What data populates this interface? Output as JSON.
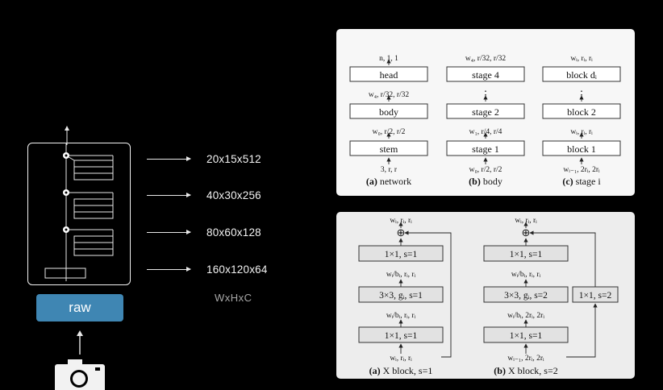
{
  "feature_maps": [
    "20x15x512",
    "40x30x256",
    "80x60x128",
    "160x120x64"
  ],
  "dims_caption": "WxHxC",
  "input_button": "raw",
  "network_panel": {
    "network": {
      "caption_tag": "(a)",
      "caption_text": "network",
      "blocks": [
        "head",
        "body",
        "stem"
      ],
      "labels": [
        "n, 1, 1",
        "w₄, r/32, r/32",
        "w₀, r/2, r/2",
        "3, r, r"
      ]
    },
    "body": {
      "caption_tag": "(b)",
      "caption_text": "body",
      "blocks": [
        "stage 4",
        "stage 2",
        "stage 1"
      ],
      "labels": [
        "w₄, r/32, r/32",
        "w₁, r/4, r/4",
        "w₀, r/2, r/2"
      ]
    },
    "stage": {
      "caption_tag": "(c)",
      "caption_text": "stage i",
      "blocks": [
        "block dᵢ",
        "block 2",
        "block 1"
      ],
      "labels": [
        "wᵢ, rᵢ, rᵢ",
        "wᵢ, rᵢ, rᵢ",
        "wᵢ₋₁, 2rᵢ, 2rᵢ"
      ]
    },
    "ellipsis": "⋮"
  },
  "block_panel": {
    "block_s1": {
      "caption_tag": "(a)",
      "caption_text": "X block, s=1",
      "convs": [
        "1×1, s=1",
        "3×3, gᵢ, s=1",
        "1×1, s=1"
      ],
      "labels": [
        "wᵢ, rᵢ, rᵢ",
        "wᵢ/bᵢ, rᵢ, rᵢ",
        "wᵢ/bᵢ, rᵢ, rᵢ",
        "wᵢ, rᵢ, rᵢ"
      ]
    },
    "block_s2": {
      "caption_tag": "(b)",
      "caption_text": "X block, s=2",
      "convs": [
        "1×1, s=1",
        "3×3, gᵢ, s=2",
        "1×1, s=1"
      ],
      "shortcut": "1×1, s=2",
      "labels": [
        "wᵢ, rᵢ, rᵢ",
        "wᵢ/bᵢ, rᵢ, rᵢ",
        "wᵢ/bᵢ, 2rᵢ, 2rᵢ",
        "wᵢ₋₁, 2rᵢ, 2rᵢ"
      ]
    },
    "add_symbol": "⊕"
  }
}
